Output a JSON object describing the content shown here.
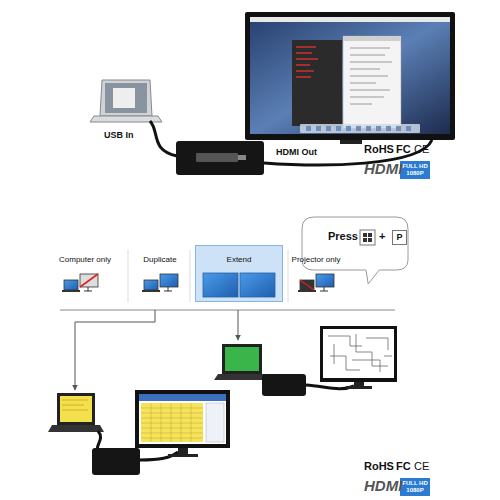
{
  "diagram": {
    "nodes": [
      {
        "text": [
          "FULL HD",
          "1080P"
        ]
      },
      {
        "text": [
          "Press"
        ]
      },
      {
        "text": [
          "P"
        ],
        "in": 1
      },
      {
        "text": [
          "Extend"
        ]
      },
      {
        "text": [
          "FULL HD",
          "1080P"
        ]
      }
    ],
    "labels": [
      "USB In",
      "HDMI Out",
      "RoHS",
      "FC",
      "CE",
      "HDMI",
      "+",
      "Computer only",
      "Duplicate",
      "Projector only",
      "RoHS",
      "FC",
      "CE",
      "HDMI"
    ]
  }
}
